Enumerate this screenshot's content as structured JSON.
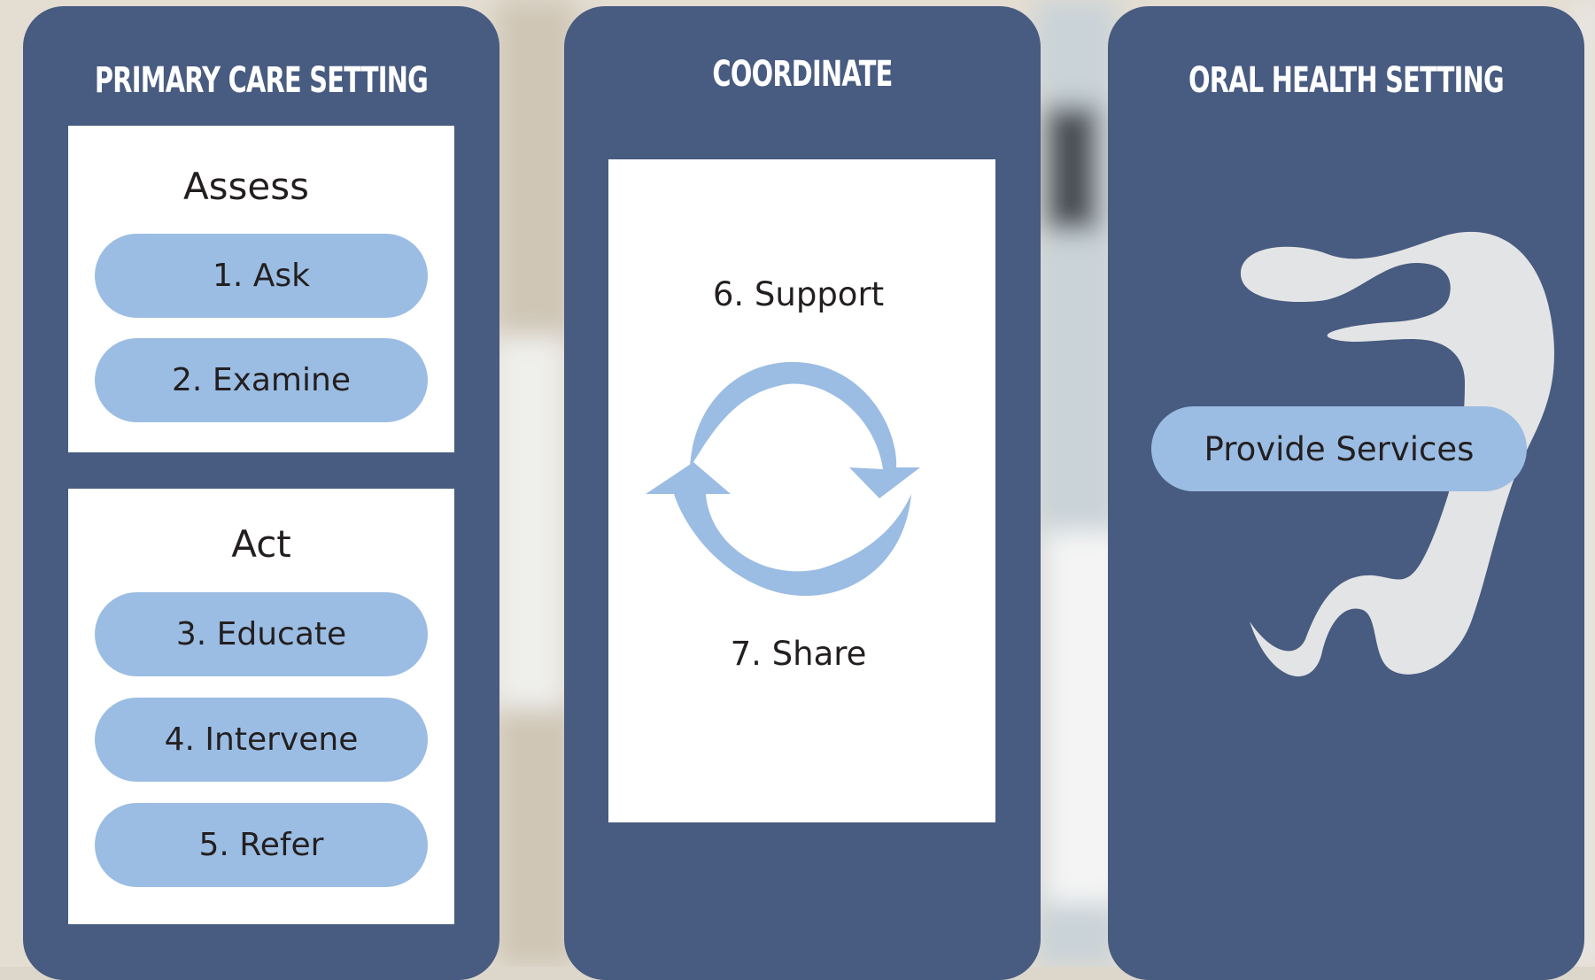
{
  "colors": {
    "panel": "#485b80",
    "pill": "#9bbde3",
    "arrow": "#9bbde3",
    "tooth": "#e3e4e5",
    "card": "#ffffff",
    "text_dark": "#231f20",
    "title_text": "#ffffff"
  },
  "primary_care": {
    "title": "PRIMARY CARE SETTING",
    "assess": {
      "title": "Assess",
      "steps": [
        "1. Ask",
        "2. Examine"
      ]
    },
    "act": {
      "title": "Act",
      "steps": [
        "3. Educate",
        "4. Intervene",
        "5. Refer"
      ]
    }
  },
  "coordinate": {
    "title": "COORDINATE",
    "top_label": "6. Support",
    "bottom_label": "7. Share",
    "icon": "cycle-arrows-icon"
  },
  "oral_health": {
    "title": "ORAL HEALTH SETTING",
    "service": "Provide Services",
    "icon": "tooth-icon"
  }
}
